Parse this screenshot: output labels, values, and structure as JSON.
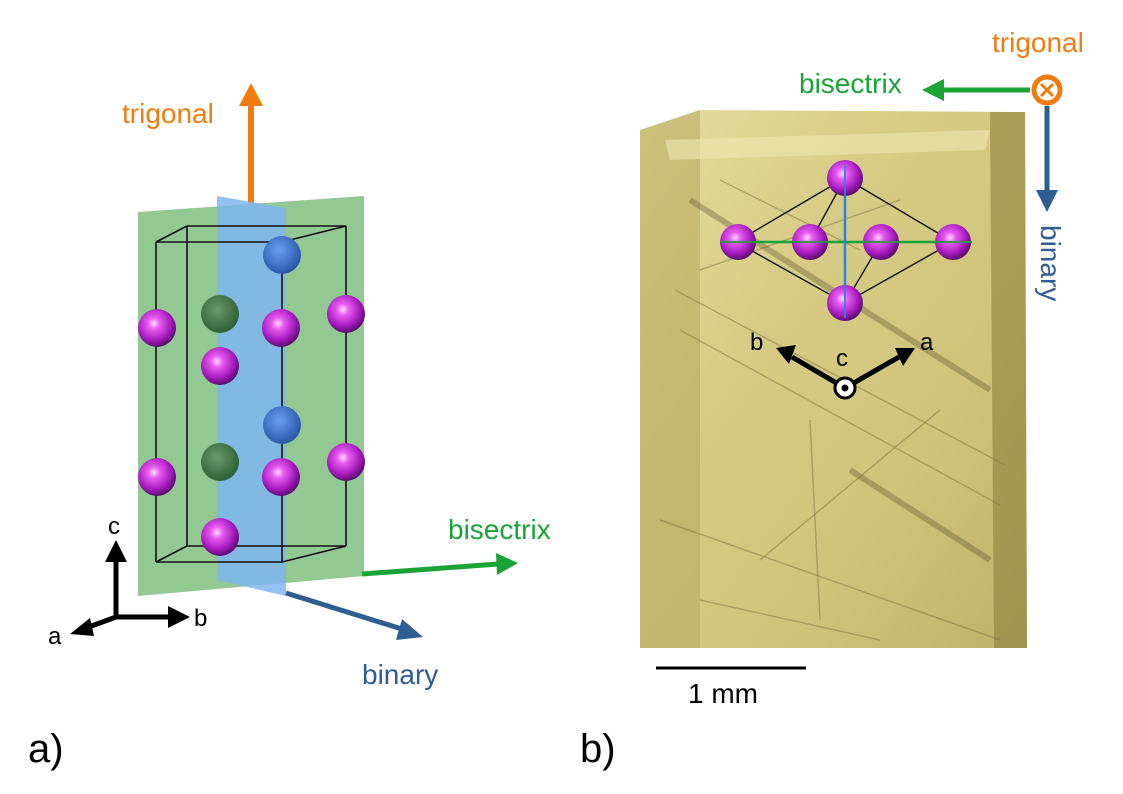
{
  "panel_a": {
    "label": "a)",
    "directions": {
      "trigonal": "trigonal",
      "bisectrix": "bisectrix",
      "binary": "binary"
    },
    "crystal_axes": {
      "c": "c",
      "a": "a",
      "b": "b"
    }
  },
  "panel_b": {
    "label": "b)",
    "directions": {
      "trigonal": "trigonal",
      "bisectrix": "bisectrix",
      "binary": "binary"
    },
    "crystal_axes": {
      "a": "a",
      "b": "b",
      "c": "c"
    },
    "scale_bar": "1 mm"
  },
  "colors": {
    "trigonal": "#f07c10",
    "bisectrix": "#1aa336",
    "binary": "#2e5d92",
    "atom": "#b01fc4",
    "green_plane": "#4fa84f",
    "blue_plane": "#7fb6f0",
    "crystal": "#d6cd8a"
  }
}
